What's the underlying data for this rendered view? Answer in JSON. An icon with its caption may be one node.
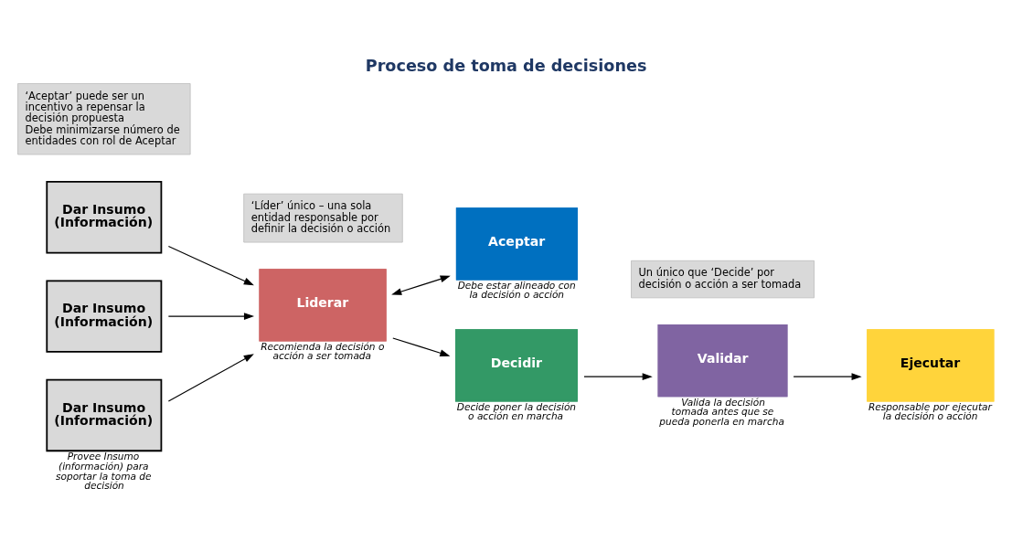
{
  "diagram": {
    "title": "Proceso de toma de decisiones",
    "nodes": [
      {
        "text": [
          "Dar Insumo (Información)"
        ]
      },
      {
        "text": [
          "Dar Insumo (Información)"
        ]
      },
      {
        "text": [
          "Dar Insumo (Información)"
        ],
        "beside": [
          "Provee Insumo (información) para soportar la toma de decisión"
        ]
      },
      {
        "text": [
          "Liderar"
        ],
        "beside": [
          "Recomienda la decisión o acción a ser tomada"
        ]
      },
      {
        "text": [
          "Aceptar"
        ],
        "beside": [
          "Debe estar alineado con la decisión o acción"
        ]
      },
      {
        "text": [
          "Decidir"
        ],
        "beside": [
          "Decide poner la decisión o acción en marcha"
        ]
      },
      {
        "text": [
          "Validar"
        ],
        "beside": [
          "Valida la decisión tomada antes que se pueda ponerla en marcha"
        ]
      },
      {
        "text": [
          "Ejecutar"
        ],
        "beside": [
          "Responsable por ejecutar la decisión o acción"
        ]
      },
      {
        "text": [
          "‘Aceptar’ puede ser un incentivo a repensar la decisión propuesta",
          "Debe minimizarse número de entidades con rol de Aceptar"
        ]
      },
      {
        "text": [
          "‘Líder’ único – una sola entidad responsable por definir la decisión o acción"
        ]
      },
      {
        "text": [
          "Un único que ‘Decide’ por decisión o acción a ser tomada"
        ]
      }
    ],
    "edges": [
      {
        "from": 0,
        "to": 3,
        "arrow": "to"
      },
      {
        "from": 1,
        "to": 3,
        "arrow": "to"
      },
      {
        "from": 2,
        "to": 3,
        "arrow": "to"
      },
      {
        "from": 3,
        "to": 4,
        "arrow": "both"
      },
      {
        "from": 3,
        "to": 5,
        "arrow": "to"
      },
      {
        "from": 5,
        "to": 6,
        "arrow": "to"
      },
      {
        "from": 6,
        "to": 7,
        "arrow": "to"
      }
    ]
  }
}
